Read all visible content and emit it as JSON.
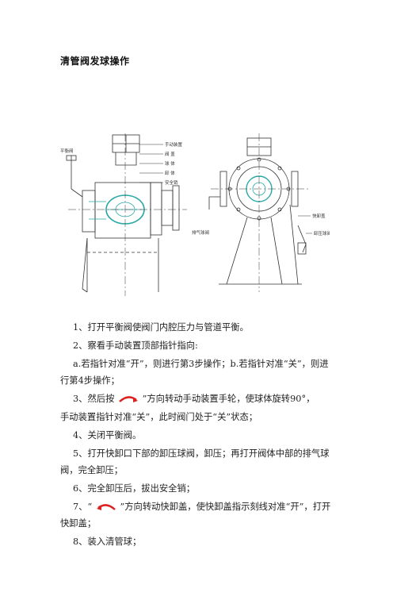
{
  "title": "清管阀发球操作",
  "figure": {
    "left_labels": [
      "手动装置",
      "阀 盖",
      "球 体",
      "卸 体",
      "安全销"
    ],
    "left_valve_label": "平衡阀",
    "right_labels": [
      "快卸盖",
      "卸压球阀"
    ],
    "right_left_label": "排气球阀"
  },
  "steps": [
    "1、打开平衡阀使阀门内腔压力与管道平衡。",
    "2、察看手动装置顶部指针指向:",
    "a.若指针对准“开”，则进行第3步操作；b.若指针对准“关”，则进行第4步操作；",
    "3、然后按",
    "”方向转动手动装置手轮，使球体旋转90°，",
    "手动装置指针对准“关”，此时阀门处于“关”状态；",
    "4、关闭平衡阀。",
    "5、打开快卸口下部的卸压球阀，卸压；再打开阀体中部的排气球阀，完全卸压；",
    "6、完全卸压后，拔出安全销；",
    "7、“",
    "”方向转动快卸盖，使快卸盖指示刻线对准“开”，打开快卸盖；",
    "8、装入清管球；"
  ]
}
